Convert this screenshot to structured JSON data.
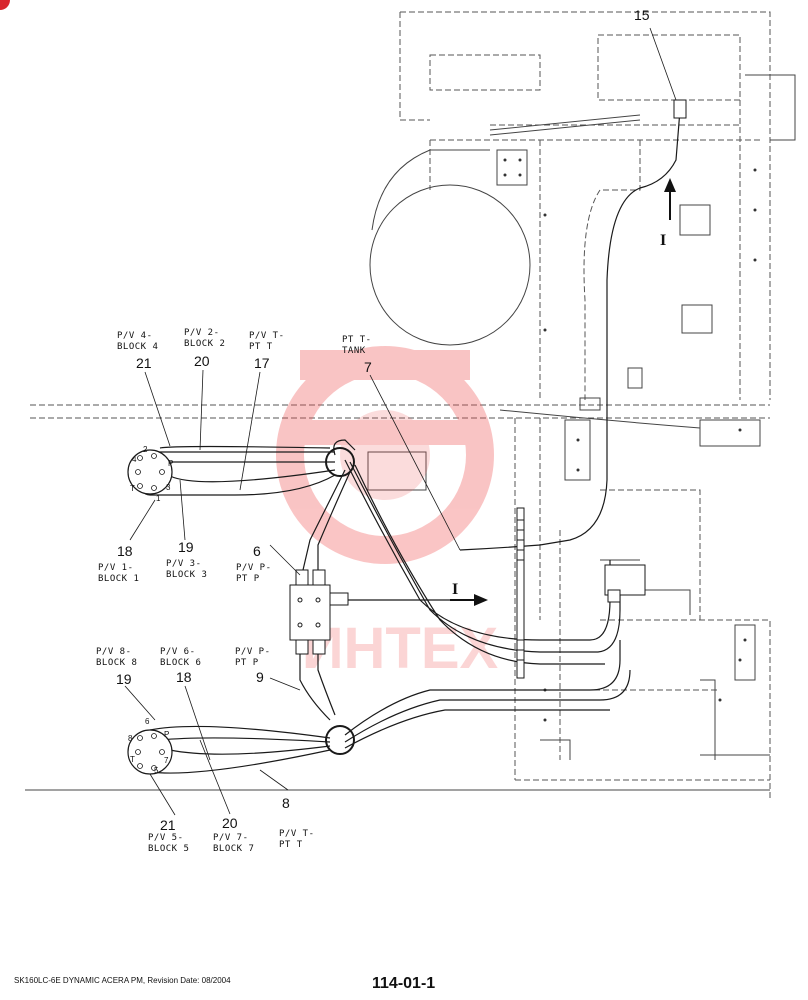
{
  "callouts": {
    "c15": "15",
    "c21a": "21",
    "c20a": "20",
    "c17": "17",
    "c7": "7",
    "c18a": "18",
    "c19a": "19",
    "c6": "6",
    "c19b": "19",
    "c18b": "18",
    "c9": "9",
    "c21b": "21",
    "c20b": "20",
    "c8": "8"
  },
  "labels": {
    "pv4_l1": "P/V 4-",
    "pv4_l2": "BLOCK 4",
    "pv2_l1": "P/V 2-",
    "pv2_l2": "BLOCK 2",
    "pvt_l1": "P/V T-",
    "pvt_l2": "PT T",
    "ptt_l1": "PT T-",
    "ptt_l2": "TANK",
    "pv1_l1": "P/V 1-",
    "pv1_l2": "BLOCK 1",
    "pv3_l1": "P/V 3-",
    "pv3_l2": "BLOCK 3",
    "pvp_l1": "P/V P-",
    "pvp_l2": "PT P",
    "pv8_l1": "P/V 8-",
    "pv8_l2": "BLOCK 8",
    "pv6_l1": "P/V 6-",
    "pv6_l2": "BLOCK 6",
    "pvp2_l1": "P/V P-",
    "pvp2_l2": "PT P",
    "pv5_l1": "P/V 5-",
    "pv5_l2": "BLOCK 5",
    "pv7_l1": "P/V 7-",
    "pv7_l2": "BLOCK 7",
    "pvt2_l1": "P/V T-",
    "pvt2_l2": "PT T"
  },
  "ports_upper": {
    "p2": "2",
    "p4": "4",
    "pP": "P",
    "pT": "T",
    "p3": "3",
    "p1": "1"
  },
  "ports_lower": {
    "p6": "6",
    "p8": "8",
    "pP": "P",
    "pT": "T",
    "p7": "7",
    "p5": "5"
  },
  "arrows": {
    "upper_view": "I",
    "right_view": "I"
  },
  "watermark": "ИНТЕХ",
  "colors": {
    "line": "#1a1a1a",
    "frame": "#555555",
    "watermark": "#f05a5a",
    "corner": "#d8262d"
  },
  "footer": {
    "left": "SK160LC-6E DYNAMIC ACERA PM, Revision Date: 08/2004",
    "center": "114-01-1"
  }
}
